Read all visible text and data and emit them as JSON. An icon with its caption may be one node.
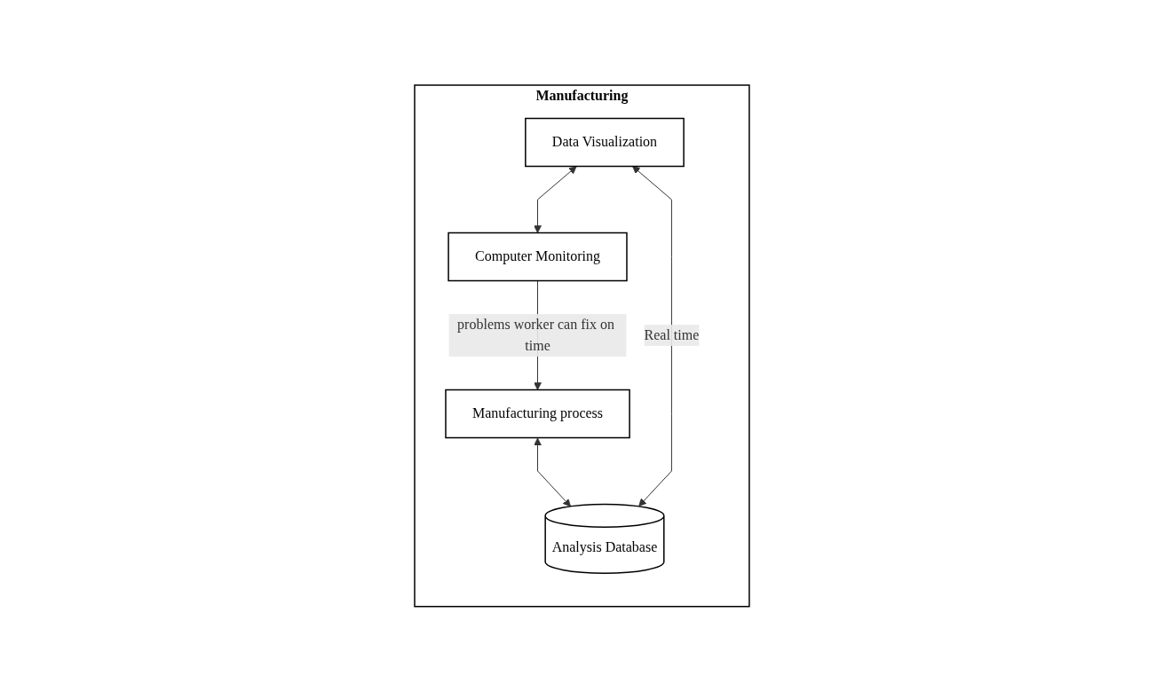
{
  "diagram": {
    "nodes": [
      {
        "text": [
          "Manufacturing"
        ]
      },
      {
        "text": [
          "Data Visualization"
        ],
        "in": 0
      },
      {
        "text": [
          "Manufacturing process"
        ],
        "in": 0
      },
      {
        "text": [
          "Analysis Database"
        ],
        "in": 0
      },
      {
        "text": [
          "Computer Monitoring"
        ],
        "in": 0
      }
    ],
    "edges": [
      {
        "from": 1,
        "to": 4,
        "arrow": "both"
      },
      {
        "from": 2,
        "to": 3,
        "arrow": "both"
      },
      {
        "from": 4,
        "to": 2,
        "arrow": "to",
        "label": "problems worker can fix on time"
      },
      {
        "from": 3,
        "to": 1,
        "arrow": "both",
        "label": "Real time"
      }
    ]
  }
}
